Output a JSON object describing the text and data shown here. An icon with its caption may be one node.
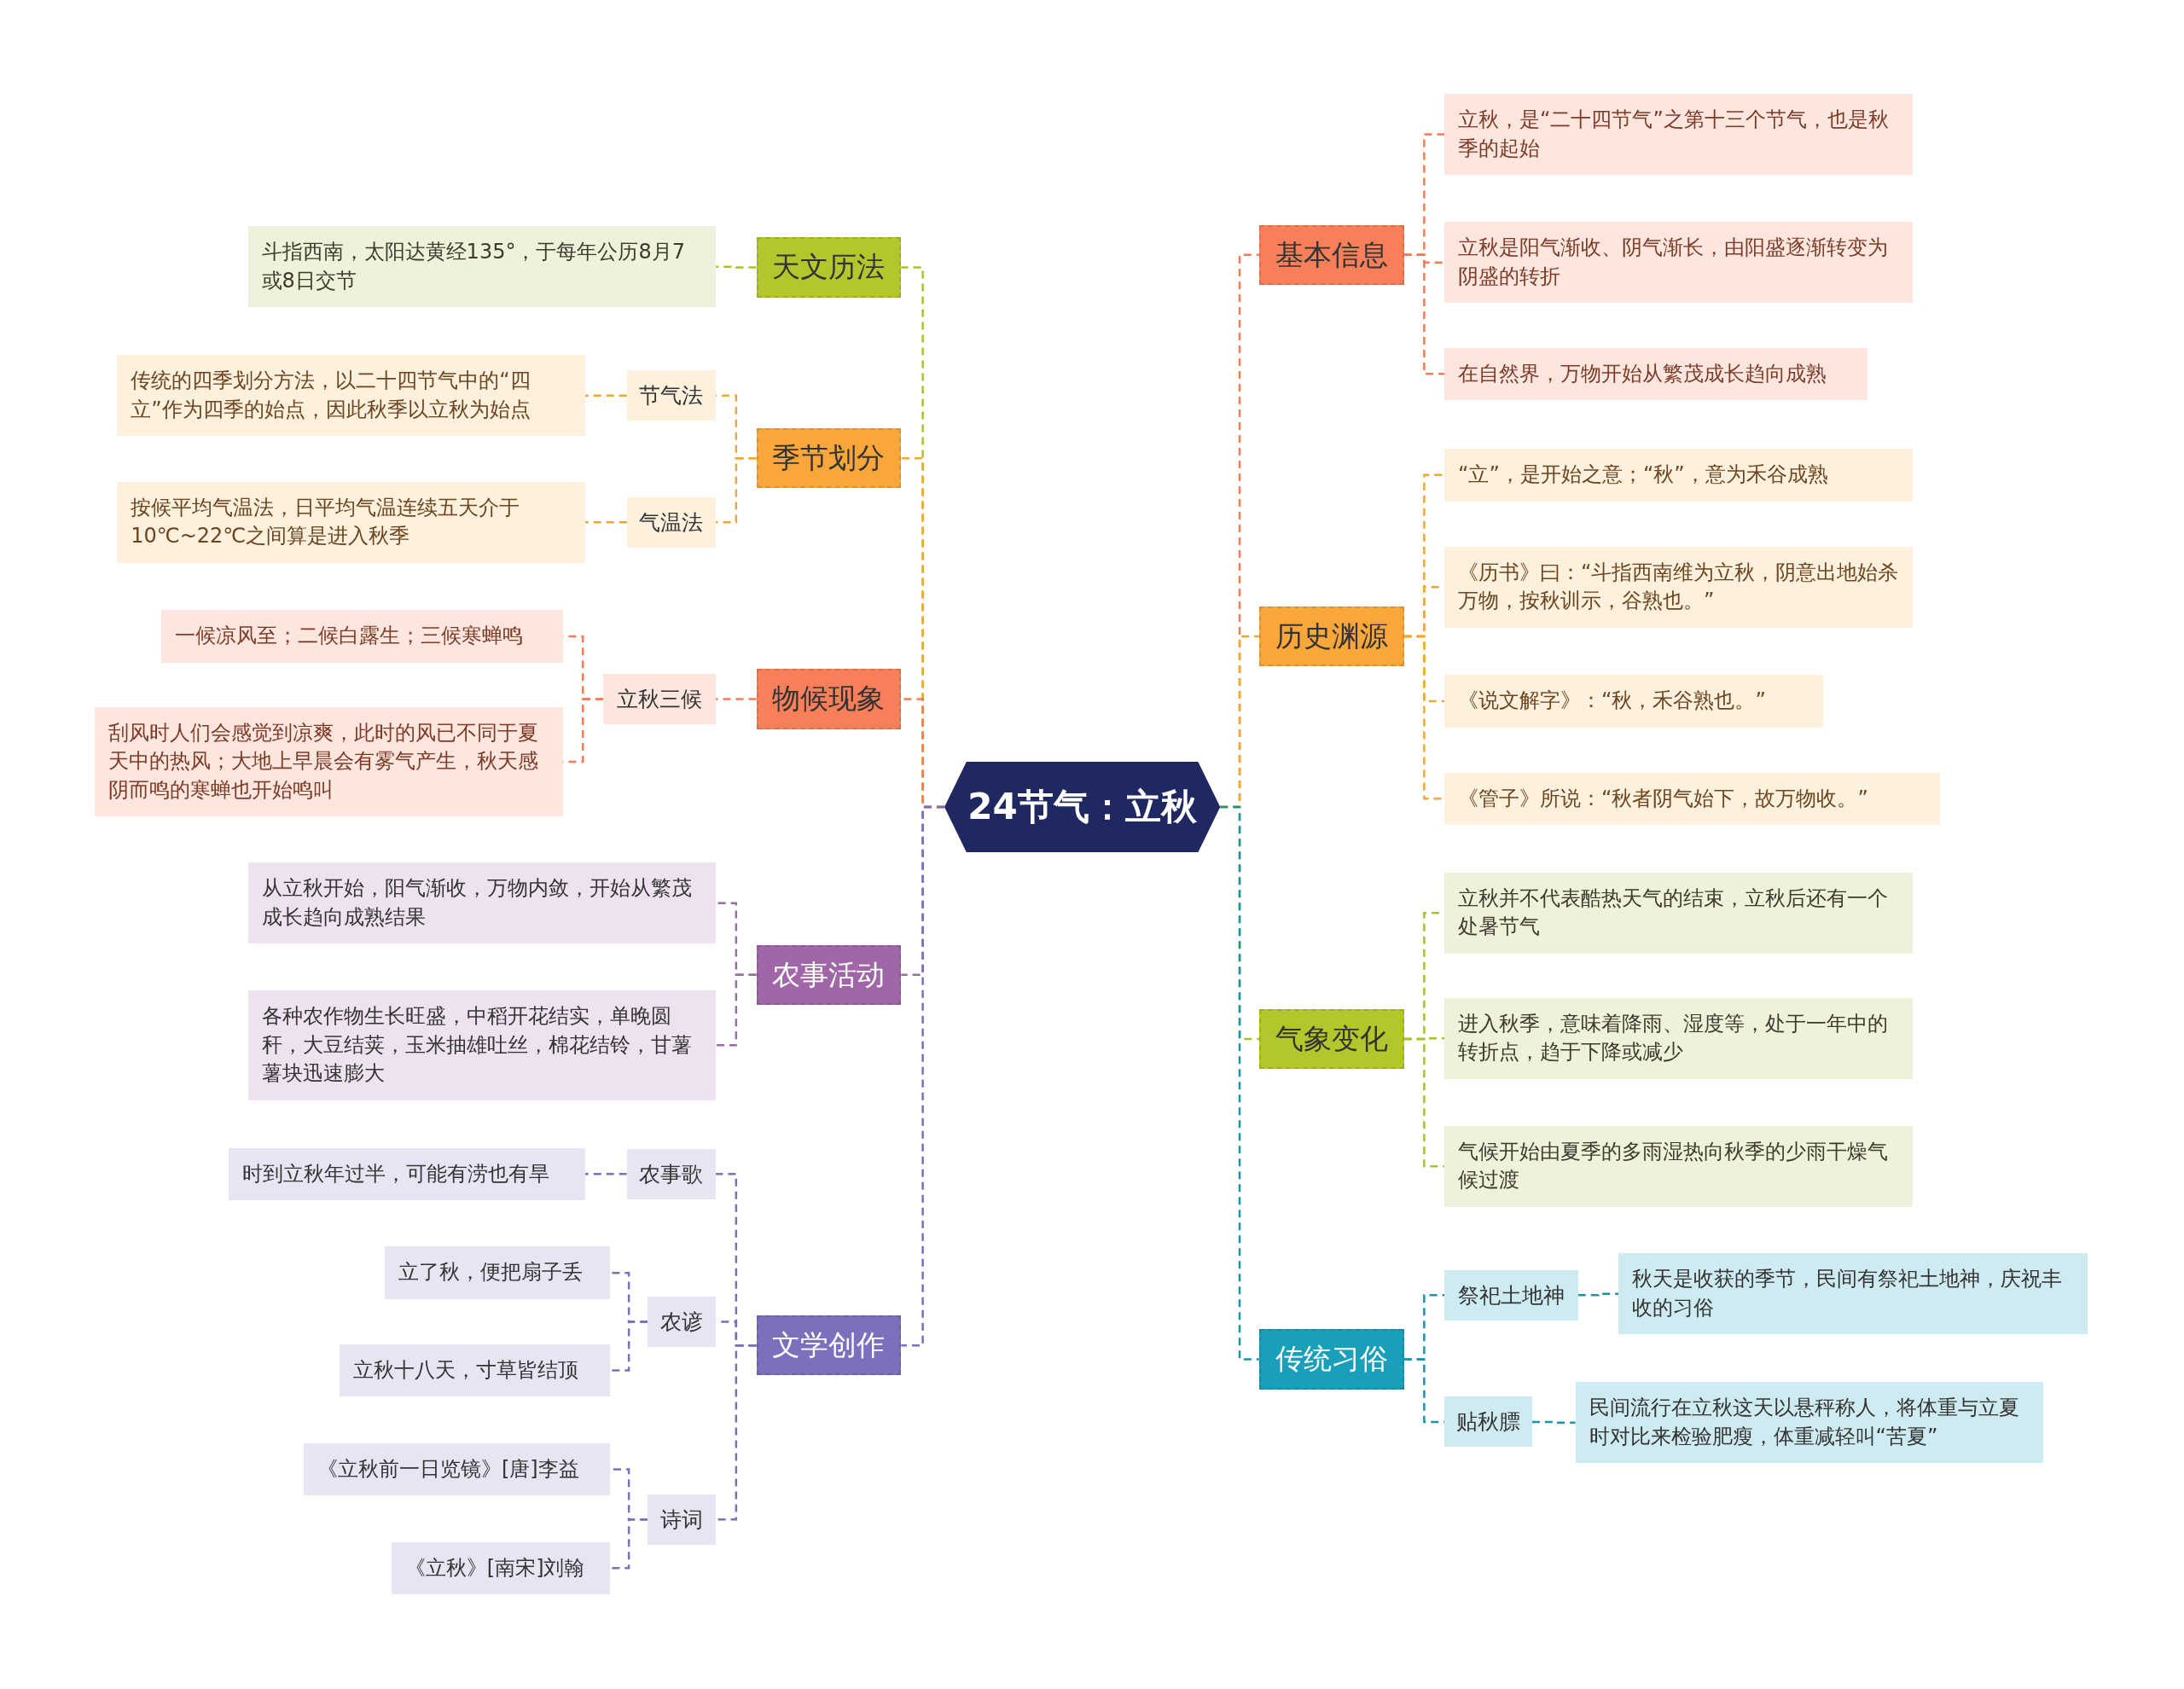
{
  "diagram": {
    "nodes": [
      {
        "text": [
          "24节气：立秋"
        ]
      },
      {
        "text": [
          "天文历法"
        ]
      },
      {
        "text": [
          "斗指西南，太阳达黄经135°，于每年公历8月7或8日交节"
        ]
      },
      {
        "text": [
          "季节划分"
        ]
      },
      {
        "text": [
          "节气法"
        ]
      },
      {
        "text": [
          "传统的四季划分方法，以二十四节气中的“四立”作为四季的始点，因此秋季以立秋为始点"
        ]
      },
      {
        "text": [
          "气温法"
        ]
      },
      {
        "text": [
          "按候平均气温法，日平均气温连续五天介于10℃~22℃之间算是进入秋季"
        ]
      },
      {
        "text": [
          "物候现象"
        ]
      },
      {
        "text": [
          "立秋三候"
        ]
      },
      {
        "text": [
          "一候凉风至；二候白露生；三候寒蝉鸣"
        ]
      },
      {
        "text": [
          "刮风时人们会感觉到凉爽，此时的风已不同于夏天中的热风；大地上早晨会有雾气产生，秋天感阴而鸣的寒蝉也开始鸣叫"
        ]
      },
      {
        "text": [
          "农事活动"
        ]
      },
      {
        "text": [
          "从立秋开始，阳气渐收，万物内敛，开始从繁茂成长趋向成熟结果"
        ]
      },
      {
        "text": [
          "各种农作物生长旺盛，中稻开花结实，单晚圆秆，大豆结荚，玉米抽雄吐丝，棉花结铃，甘薯薯块迅速膨大"
        ]
      },
      {
        "text": [
          "文学创作"
        ]
      },
      {
        "text": [
          "农事歌"
        ]
      },
      {
        "text": [
          "时到立秋年过半，可能有涝也有旱"
        ]
      },
      {
        "text": [
          "农谚"
        ]
      },
      {
        "text": [
          "立了秋，便把扇子丢"
        ]
      },
      {
        "text": [
          "立秋十八天，寸草皆结顶"
        ]
      },
      {
        "text": [
          "诗词"
        ]
      },
      {
        "text": [
          "《立秋前一日览镜》[唐]李益"
        ]
      },
      {
        "text": [
          "《立秋》[南宋]刘翰"
        ]
      },
      {
        "text": [
          "基本信息"
        ]
      },
      {
        "text": [
          "立秋，是“二十四节气”之第十三个节气，也是秋季的起始"
        ]
      },
      {
        "text": [
          "立秋是阳气渐收、阴气渐长，由阳盛逐渐转变为阴盛的转折"
        ]
      },
      {
        "text": [
          "在自然界，万物开始从繁茂成长趋向成熟"
        ]
      },
      {
        "text": [
          "历史渊源"
        ]
      },
      {
        "text": [
          "“立”，是开始之意；“秋”，意为禾谷成熟"
        ]
      },
      {
        "text": [
          "《历书》曰：“斗指西南维为立秋，阴意出地始杀万物，按秋训示，谷熟也。”"
        ]
      },
      {
        "text": [
          "《说文解字》：“秋，禾谷熟也。”"
        ]
      },
      {
        "text": [
          "《管子》所说：“秋者阴气始下，故万物收。”"
        ]
      },
      {
        "text": [
          "气象变化"
        ]
      },
      {
        "text": [
          "立秋并不代表酷热天气的结束，立秋后还有一个处暑节气"
        ]
      },
      {
        "text": [
          "进入秋季，意味着降雨、湿度等，处于一年中的转折点，趋于下降或减少"
        ]
      },
      {
        "text": [
          "气候开始由夏季的多雨湿热向秋季的少雨干燥气候过渡"
        ]
      },
      {
        "text": [
          "传统习俗"
        ]
      },
      {
        "text": [
          "祭祀土地神"
        ]
      },
      {
        "text": [
          "秋天是收获的季节，民间有祭祀土地神，庆祝丰收的习俗"
        ]
      },
      {
        "text": [
          "贴秋膘"
        ]
      },
      {
        "text": [
          "民间流行在立秋这天以悬秤称人，将体重与立夏时对比来检验肥瘦，体重减轻叫“苦夏”"
        ]
      }
    ],
    "edges": [
      {
        "from": 0,
        "to": 1,
        "arrow": "none",
        "style": "dashed",
        "color": "#a9c12b"
      },
      {
        "from": 0,
        "to": 3,
        "arrow": "none",
        "style": "dashed",
        "color": "#f0a830"
      },
      {
        "from": 0,
        "to": 8,
        "arrow": "none",
        "style": "dashed",
        "color": "#ef7d55"
      },
      {
        "from": 0,
        "to": 12,
        "arrow": "none",
        "style": "dashed",
        "color": "#9b6aa8"
      },
      {
        "from": 0,
        "to": 15,
        "arrow": "none",
        "style": "dashed",
        "color": "#7870b8"
      },
      {
        "from": 0,
        "to": 24,
        "arrow": "none",
        "style": "dashed",
        "color": "#ef7d55"
      },
      {
        "from": 0,
        "to": 28,
        "arrow": "none",
        "style": "dashed",
        "color": "#f0a830"
      },
      {
        "from": 0,
        "to": 33,
        "arrow": "none",
        "style": "dashed",
        "color": "#a9c12b"
      },
      {
        "from": 0,
        "to": 37,
        "arrow": "none",
        "style": "dashed",
        "color": "#1a94ad"
      },
      {
        "from": 1,
        "to": 2,
        "arrow": "none",
        "style": "dashed",
        "color": "#a9c12b"
      },
      {
        "from": 3,
        "to": 4,
        "arrow": "none",
        "style": "dashed",
        "color": "#f0a830"
      },
      {
        "from": 3,
        "to": 6,
        "arrow": "none",
        "style": "dashed",
        "color": "#f0a830"
      },
      {
        "from": 4,
        "to": 5,
        "arrow": "none",
        "style": "dashed",
        "color": "#f0a830"
      },
      {
        "from": 6,
        "to": 7,
        "arrow": "none",
        "style": "dashed",
        "color": "#f0a830"
      },
      {
        "from": 8,
        "to": 9,
        "arrow": "none",
        "style": "dashed",
        "color": "#ef7d55"
      },
      {
        "from": 9,
        "to": 10,
        "arrow": "none",
        "style": "dashed",
        "color": "#ef7d55"
      },
      {
        "from": 9,
        "to": 11,
        "arrow": "none",
        "style": "dashed",
        "color": "#ef7d55"
      },
      {
        "from": 12,
        "to": 13,
        "arrow": "none",
        "style": "dashed",
        "color": "#9b6aa8"
      },
      {
        "from": 12,
        "to": 14,
        "arrow": "none",
        "style": "dashed",
        "color": "#9b6aa8"
      },
      {
        "from": 15,
        "to": 16,
        "arrow": "none",
        "style": "dashed",
        "color": "#7870b8"
      },
      {
        "from": 15,
        "to": 18,
        "arrow": "none",
        "style": "dashed",
        "color": "#7870b8"
      },
      {
        "from": 15,
        "to": 21,
        "arrow": "none",
        "style": "dashed",
        "color": "#7870b8"
      },
      {
        "from": 16,
        "to": 17,
        "arrow": "none",
        "style": "dashed",
        "color": "#7870b8"
      },
      {
        "from": 18,
        "to": 19,
        "arrow": "none",
        "style": "dashed",
        "color": "#7870b8"
      },
      {
        "from": 18,
        "to": 20,
        "arrow": "none",
        "style": "dashed",
        "color": "#7870b8"
      },
      {
        "from": 21,
        "to": 22,
        "arrow": "none",
        "style": "dashed",
        "color": "#7870b8"
      },
      {
        "from": 21,
        "to": 23,
        "arrow": "none",
        "style": "dashed",
        "color": "#7870b8"
      },
      {
        "from": 24,
        "to": 25,
        "arrow": "none",
        "style": "dashed",
        "color": "#ef7d55"
      },
      {
        "from": 24,
        "to": 26,
        "arrow": "none",
        "style": "dashed",
        "color": "#ef7d55"
      },
      {
        "from": 24,
        "to": 27,
        "arrow": "none",
        "style": "dashed",
        "color": "#ef7d55"
      },
      {
        "from": 28,
        "to": 29,
        "arrow": "none",
        "style": "dashed",
        "color": "#f0a830"
      },
      {
        "from": 28,
        "to": 30,
        "arrow": "none",
        "style": "dashed",
        "color": "#f0a830"
      },
      {
        "from": 28,
        "to": 31,
        "arrow": "none",
        "style": "dashed",
        "color": "#f0a830"
      },
      {
        "from": 28,
        "to": 32,
        "arrow": "none",
        "style": "dashed",
        "color": "#f0a830"
      },
      {
        "from": 33,
        "to": 34,
        "arrow": "none",
        "style": "dashed",
        "color": "#a9c12b"
      },
      {
        "from": 33,
        "to": 35,
        "arrow": "none",
        "style": "dashed",
        "color": "#a9c12b"
      },
      {
        "from": 33,
        "to": 36,
        "arrow": "none",
        "style": "dashed",
        "color": "#a9c12b"
      },
      {
        "from": 37,
        "to": 38,
        "arrow": "none",
        "style": "dashed",
        "color": "#1a94ad"
      },
      {
        "from": 37,
        "to": 40,
        "arrow": "none",
        "style": "dashed",
        "color": "#1a94ad"
      },
      {
        "from": 38,
        "to": 39,
        "arrow": "none",
        "style": "dashed",
        "color": "#1a94ad"
      },
      {
        "from": 40,
        "to": 41,
        "arrow": "none",
        "style": "dashed",
        "color": "#1a94ad"
      }
    ]
  }
}
